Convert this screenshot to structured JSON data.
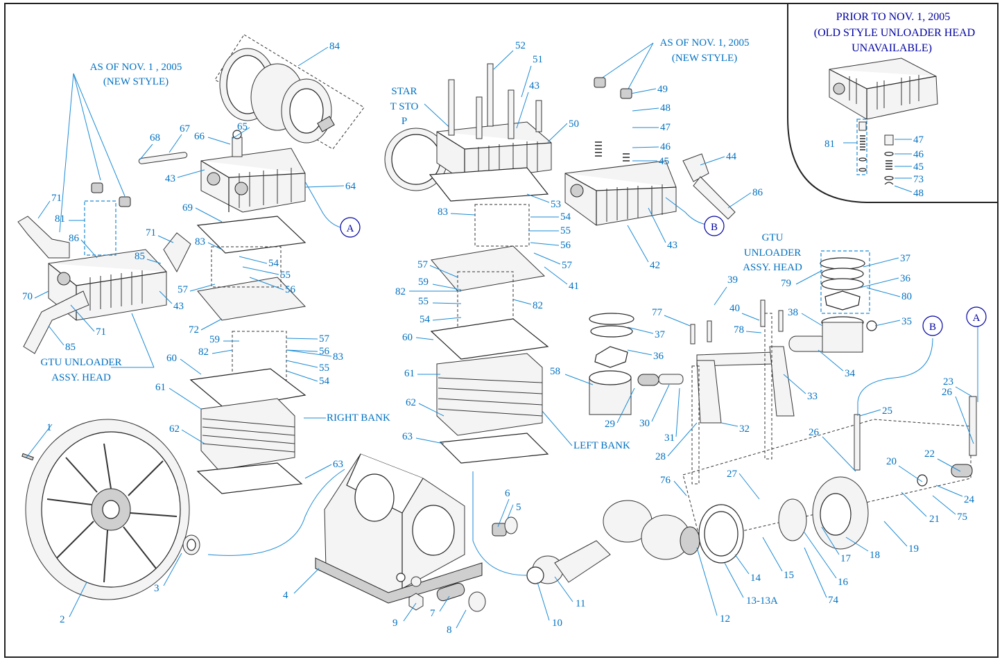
{
  "inset": {
    "title_lines": [
      "PRIOR TO NOV. 1, 2005",
      "(OLD STYLE UNLOADER HEAD",
      "UNAVAILABLE)"
    ],
    "labels": [
      "81",
      "47",
      "46",
      "45",
      "73",
      "48"
    ]
  },
  "notes": {
    "new_style_left": [
      "AS OF NOV. 1 , 2005",
      "(NEW STYLE)"
    ],
    "new_style_right": [
      "AS OF NOV. 1, 2005",
      "(NEW STYLE)"
    ],
    "start_stop": [
      "STAR",
      "T STO",
      "P"
    ],
    "gtu_left": [
      "GTU UNLOADER",
      "ASSY. HEAD"
    ],
    "gtu_right": [
      "GTU",
      "UNLOADER",
      "ASSY. HEAD"
    ],
    "right_bank": "RIGHT BANK",
    "left_bank": "LEFT BANK"
  },
  "connectors": [
    "A",
    "B"
  ],
  "part_numbers": [
    "1",
    "2",
    "3",
    "4",
    "5",
    "6",
    "7",
    "8",
    "9",
    "10",
    "11",
    "12",
    "13-13A",
    "14",
    "15",
    "16",
    "17",
    "18",
    "19",
    "20",
    "21",
    "22",
    "23",
    "24",
    "25",
    "26",
    "27",
    "28",
    "29",
    "30",
    "31",
    "32",
    "33",
    "34",
    "35",
    "36",
    "37",
    "38",
    "39",
    "40",
    "41",
    "42",
    "43",
    "44",
    "45",
    "46",
    "47",
    "48",
    "49",
    "50",
    "51",
    "52",
    "53",
    "54",
    "55",
    "56",
    "57",
    "58",
    "59",
    "60",
    "61",
    "62",
    "63",
    "64",
    "65",
    "66",
    "67",
    "68",
    "69",
    "70",
    "71",
    "72",
    "74",
    "75",
    "76",
    "77",
    "78",
    "79",
    "80",
    "81",
    "82",
    "83",
    "84",
    "85",
    "86"
  ]
}
